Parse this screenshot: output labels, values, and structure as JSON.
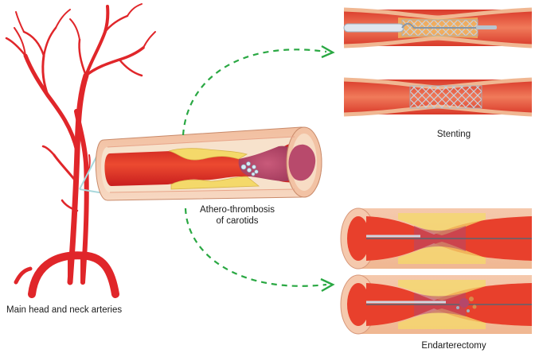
{
  "labels": {
    "arteries": "Main head and neck arteries",
    "athero_line1": "Athero-thrombosis",
    "athero_line2": "of carotids",
    "stenting": "Stenting",
    "endarterectomy": "Endarterectomy"
  },
  "colors": {
    "artery_red": "#e0262a",
    "wall_outer": "#f4c7a8",
    "wall_inner": "#f7d9c4",
    "lumen": "#e8402c",
    "plaque": "#f4d96a",
    "thrombus": "#b5476a",
    "stent": "#9fb0c0",
    "arrow_green": "#2aa843",
    "connector": "#a8d8dc"
  }
}
